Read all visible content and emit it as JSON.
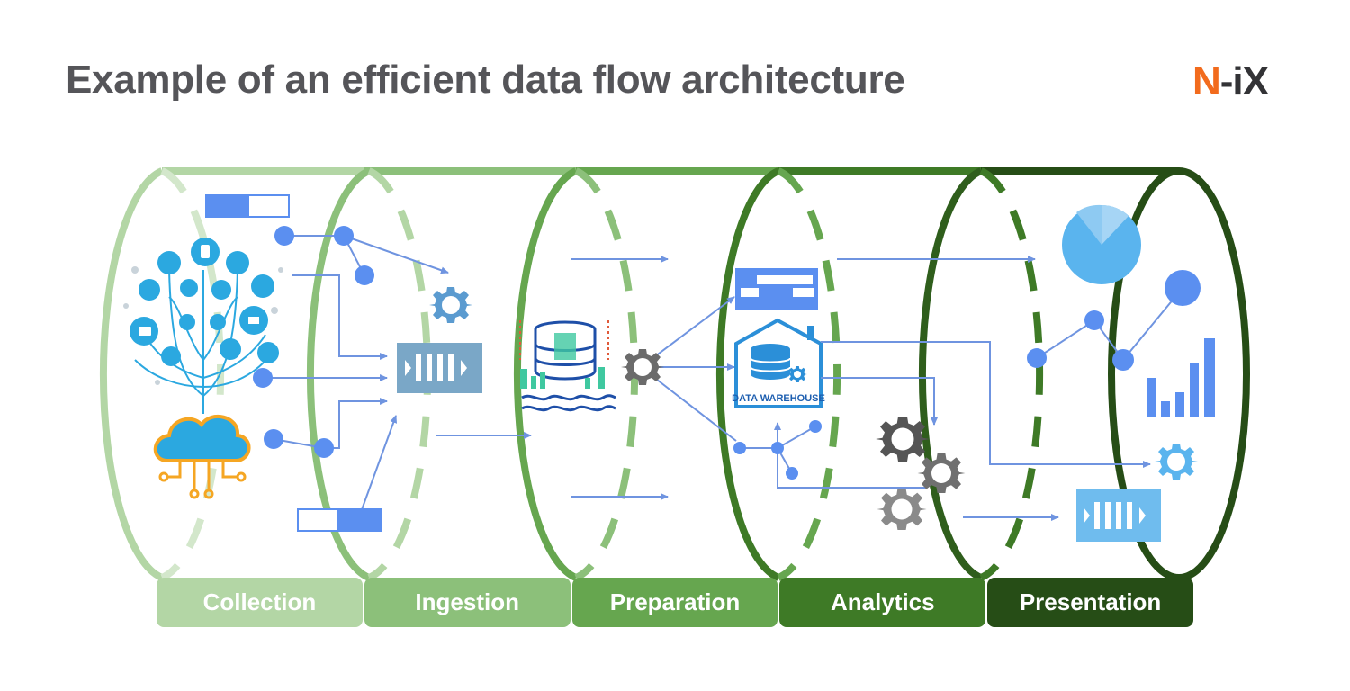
{
  "header": {
    "title": "Example of an efficient data flow architecture",
    "logo": {
      "mark": "N",
      "rest": "-iX"
    }
  },
  "stages": [
    {
      "label": "Collection",
      "color": "#b3d6a5"
    },
    {
      "label": "Ingestion",
      "color": "#8cc07a"
    },
    {
      "label": "Preparation",
      "color": "#66a64f"
    },
    {
      "label": "Analytics",
      "color": "#3e7a26"
    },
    {
      "label": "Presentation",
      "color": "#264d16"
    }
  ],
  "nodes": {
    "warehouse_label": "DATA WAREHOUSE"
  },
  "colors": {
    "title": "#555559",
    "logo_orange": "#f26b1d",
    "logo_dark": "#333336",
    "arrow": "#6f94e0",
    "node_blue": "#5b8ff0",
    "icon_cyan": "#2ba8e0",
    "cloud_orange": "#f5a623",
    "queue_blue": "#7aa7c7",
    "gear_gray": "#6b6b6b",
    "sky_blue": "#66b8ee"
  }
}
